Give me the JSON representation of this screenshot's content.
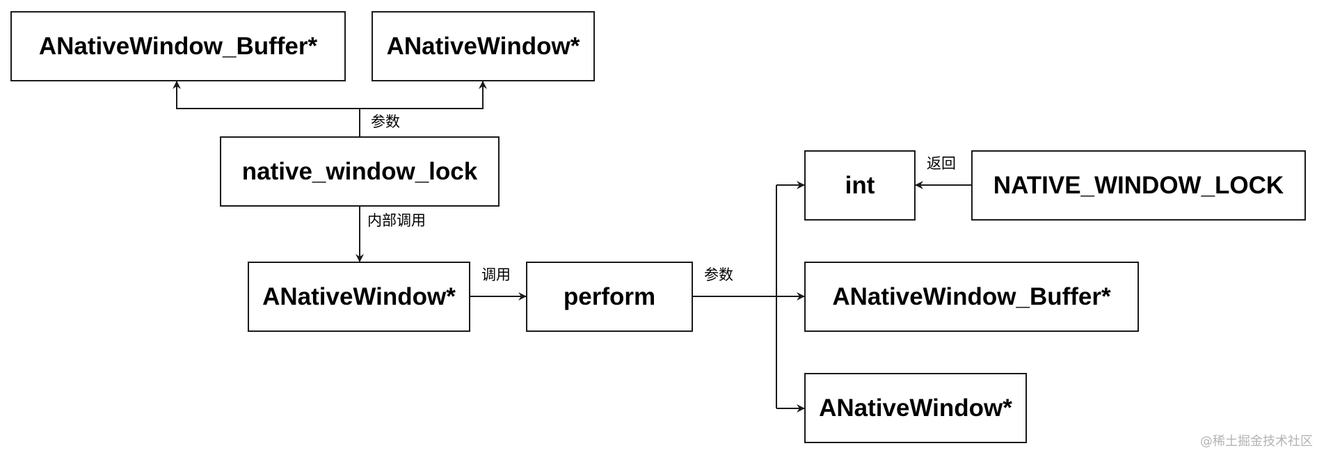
{
  "colors": {
    "line": "#1a1a1a",
    "text": "#000000",
    "watermark": "#b3b3b3"
  },
  "nodes": {
    "buffer_top": "ANativeWindow_Buffer*",
    "window_top": "ANativeWindow*",
    "native_window_lock": "native_window_lock",
    "anativewindow_mid": "ANativeWindow*",
    "perform": "perform",
    "int": "int",
    "native_window_lock_const": "NATIVE_WINDOW_LOCK",
    "buffer_right": "ANativeWindow_Buffer*",
    "window_right": "ANativeWindow*"
  },
  "edge_labels": {
    "params_top": "参数",
    "internal_call": "内部调用",
    "call": "调用",
    "params_right": "参数",
    "returns": "返回"
  },
  "watermark": "@稀土掘金技术社区"
}
